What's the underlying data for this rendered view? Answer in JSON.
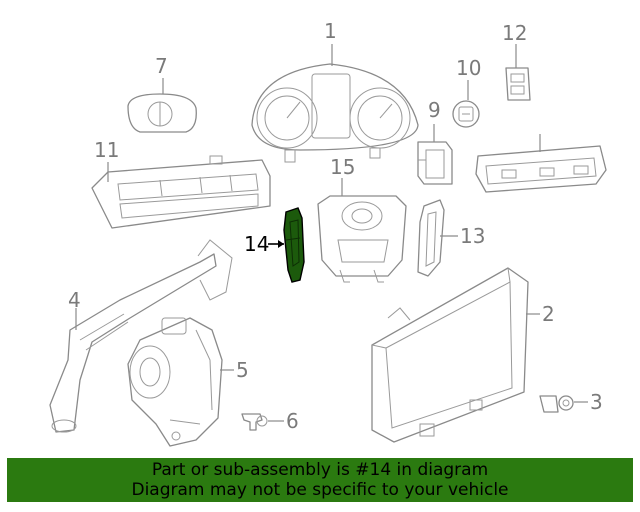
{
  "callouts": {
    "c1": "1",
    "c2": "2",
    "c3": "3",
    "c4": "4",
    "c5": "5",
    "c6": "6",
    "c7": "7",
    "c9": "9",
    "c10": "10",
    "c11": "11",
    "c12": "12",
    "c13": "13",
    "c14": "14",
    "c15": "15"
  },
  "highlighted_part": "14",
  "colors": {
    "banner": "#2b7a10",
    "highlight_part": "#1c5a0c",
    "line_art": "#8a8a8a"
  },
  "banner": {
    "line1": "Part or sub-assembly is #14 in diagram",
    "line2": "Diagram may not be specific to your vehicle"
  }
}
